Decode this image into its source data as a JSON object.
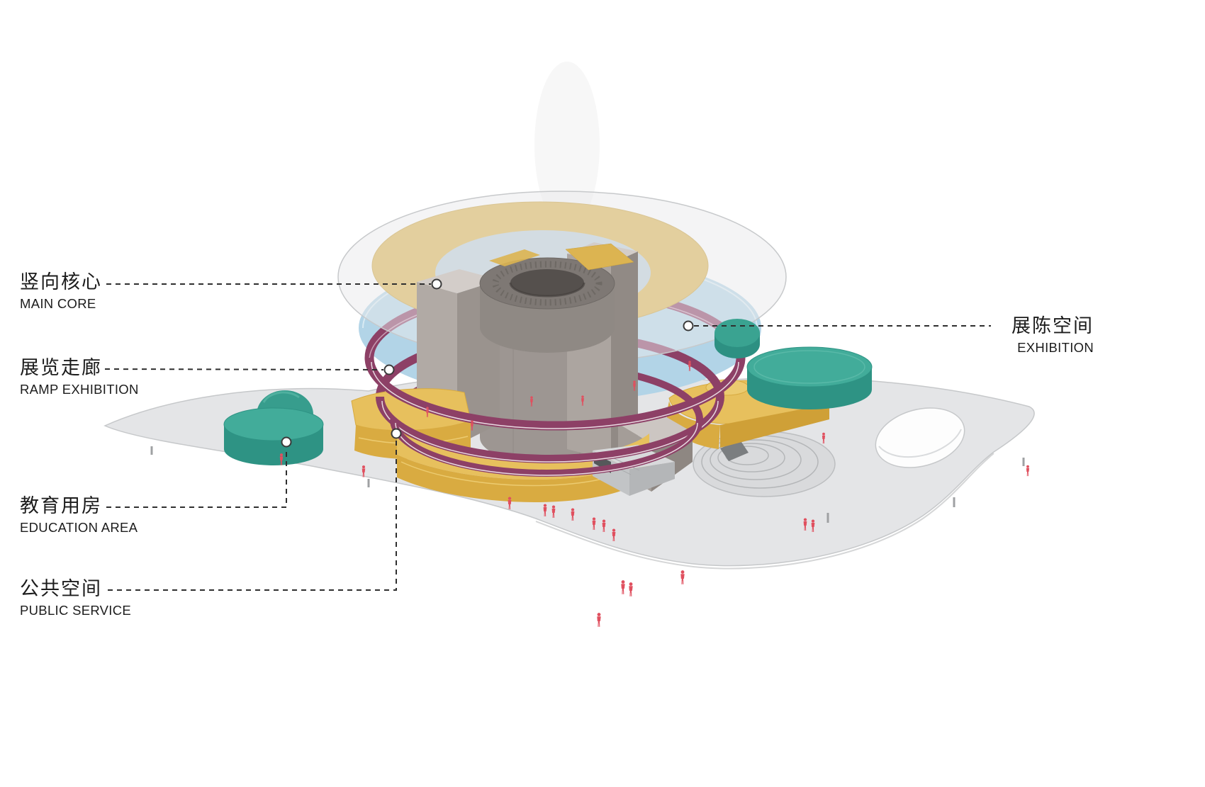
{
  "labels": {
    "main_core": {
      "zh": "竖向核心",
      "en": "MAIN CORE"
    },
    "ramp_exhibition": {
      "zh": "展览走廊",
      "en": "RAMP EXHIBITION"
    },
    "education_area": {
      "zh": "教育用房",
      "en": "EDUCATION AREA"
    },
    "public_service": {
      "zh": "公共空间",
      "en": "PUBLIC SERVICE"
    },
    "exhibition": {
      "zh": "展陈空间",
      "en": "EXHIBITION"
    }
  },
  "colors": {
    "main_core_gray": "#aca5a0",
    "exhibition_glass_blue": "#b2d4e7",
    "ramp_maroon": "#8d4066",
    "education_teal": "#42ac9a",
    "public_service_gold": "#e7c05d",
    "roof_gold": "#dcb451",
    "base_plate_gray": "#e4e5e7",
    "figure_red": "#e0505f"
  }
}
